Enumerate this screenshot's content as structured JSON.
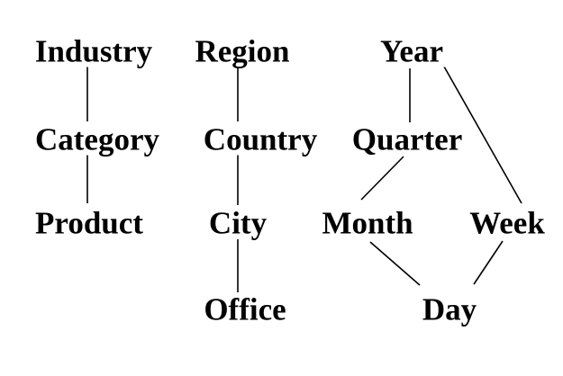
{
  "nodes": [
    {
      "id": "industry",
      "label": "Industry"
    },
    {
      "id": "category",
      "label": "Category"
    },
    {
      "id": "product",
      "label": "Product"
    },
    {
      "id": "region",
      "label": "Region"
    },
    {
      "id": "country",
      "label": "Country"
    },
    {
      "id": "city",
      "label": "City"
    },
    {
      "id": "office",
      "label": "Office"
    },
    {
      "id": "year",
      "label": "Year"
    },
    {
      "id": "quarter",
      "label": "Quarter"
    },
    {
      "id": "month",
      "label": "Month"
    },
    {
      "id": "week",
      "label": "Week"
    },
    {
      "id": "day",
      "label": "Day"
    }
  ],
  "edges": [
    [
      "industry",
      "category"
    ],
    [
      "category",
      "product"
    ],
    [
      "region",
      "country"
    ],
    [
      "country",
      "city"
    ],
    [
      "city",
      "office"
    ],
    [
      "year",
      "quarter"
    ],
    [
      "year",
      "week"
    ],
    [
      "quarter",
      "month"
    ],
    [
      "month",
      "day"
    ],
    [
      "week",
      "day"
    ]
  ],
  "colors": {
    "text": "#000000",
    "line": "#000000",
    "background": "#ffffff"
  }
}
